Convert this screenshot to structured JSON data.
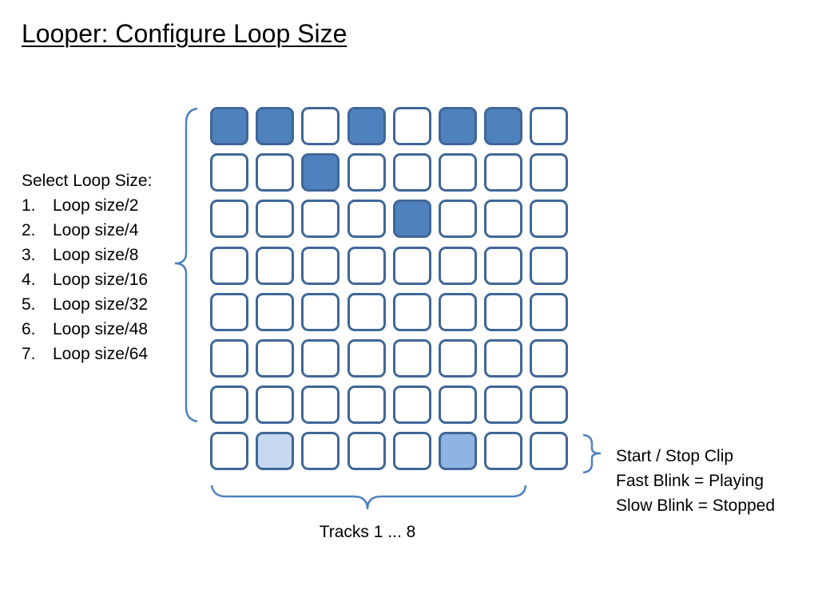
{
  "title": "Looper: Configure Loop Size",
  "loop_sizes": {
    "heading": "Select Loop Size:",
    "items": [
      {
        "num": "1.",
        "label": "Loop size/2"
      },
      {
        "num": "2.",
        "label": "Loop size/4"
      },
      {
        "num": "3.",
        "label": "Loop size/8"
      },
      {
        "num": "4.",
        "label": "Loop size/16"
      },
      {
        "num": "5.",
        "label": "Loop size/32"
      },
      {
        "num": "6.",
        "label": "Loop size/48"
      },
      {
        "num": "7.",
        "label": "Loop size/64"
      }
    ]
  },
  "clip_notes": {
    "line1": "Start / Stop Clip",
    "line2": "Fast Blink = Playing",
    "line3": "Slow Blink = Stopped"
  },
  "tracks_label": "Tracks 1 ... 8",
  "colors": {
    "border": "#3f6797",
    "lit": "#4f81bd",
    "fast_blink": "#8eb4e3",
    "slow_blink": "#c6d9f1",
    "off": "#ffffff",
    "brace": "#4f81bd"
  },
  "pad_grid": {
    "rows": 8,
    "cols": 8,
    "states": [
      [
        "lit",
        "lit",
        "off",
        "lit",
        "off",
        "lit",
        "lit",
        "off"
      ],
      [
        "off",
        "off",
        "lit",
        "off",
        "off",
        "off",
        "off",
        "off"
      ],
      [
        "off",
        "off",
        "off",
        "off",
        "lit",
        "off",
        "off",
        "off"
      ],
      [
        "off",
        "off",
        "off",
        "off",
        "off",
        "off",
        "off",
        "off"
      ],
      [
        "off",
        "off",
        "off",
        "off",
        "off",
        "off",
        "off",
        "off"
      ],
      [
        "off",
        "off",
        "off",
        "off",
        "off",
        "off",
        "off",
        "off"
      ],
      [
        "off",
        "off",
        "off",
        "off",
        "off",
        "off",
        "off",
        "off"
      ],
      [
        "off",
        "slow_blink",
        "off",
        "off",
        "off",
        "fast_blink",
        "off",
        "off"
      ]
    ]
  }
}
